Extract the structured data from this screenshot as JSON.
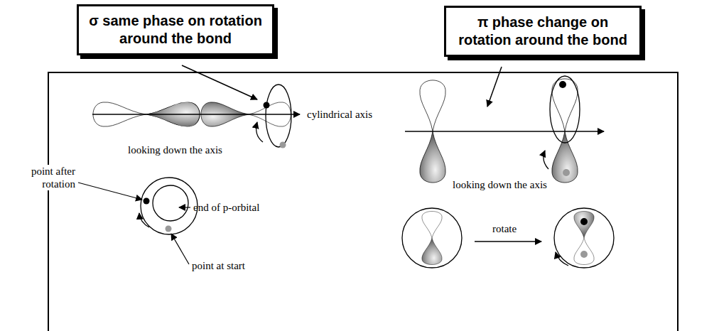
{
  "diagram": {
    "nodes": [
      {
        "text": [
          "σ same phase on rotation around the bond"
        ]
      },
      {
        "text": [
          "π phase change on rotation around the bond"
        ]
      }
    ],
    "labels": [
      "cylindrical axis",
      "looking down the axis",
      "looking down the axis",
      "point after rotation",
      "end of p-orbital",
      "point at start",
      "rotate"
    ]
  }
}
